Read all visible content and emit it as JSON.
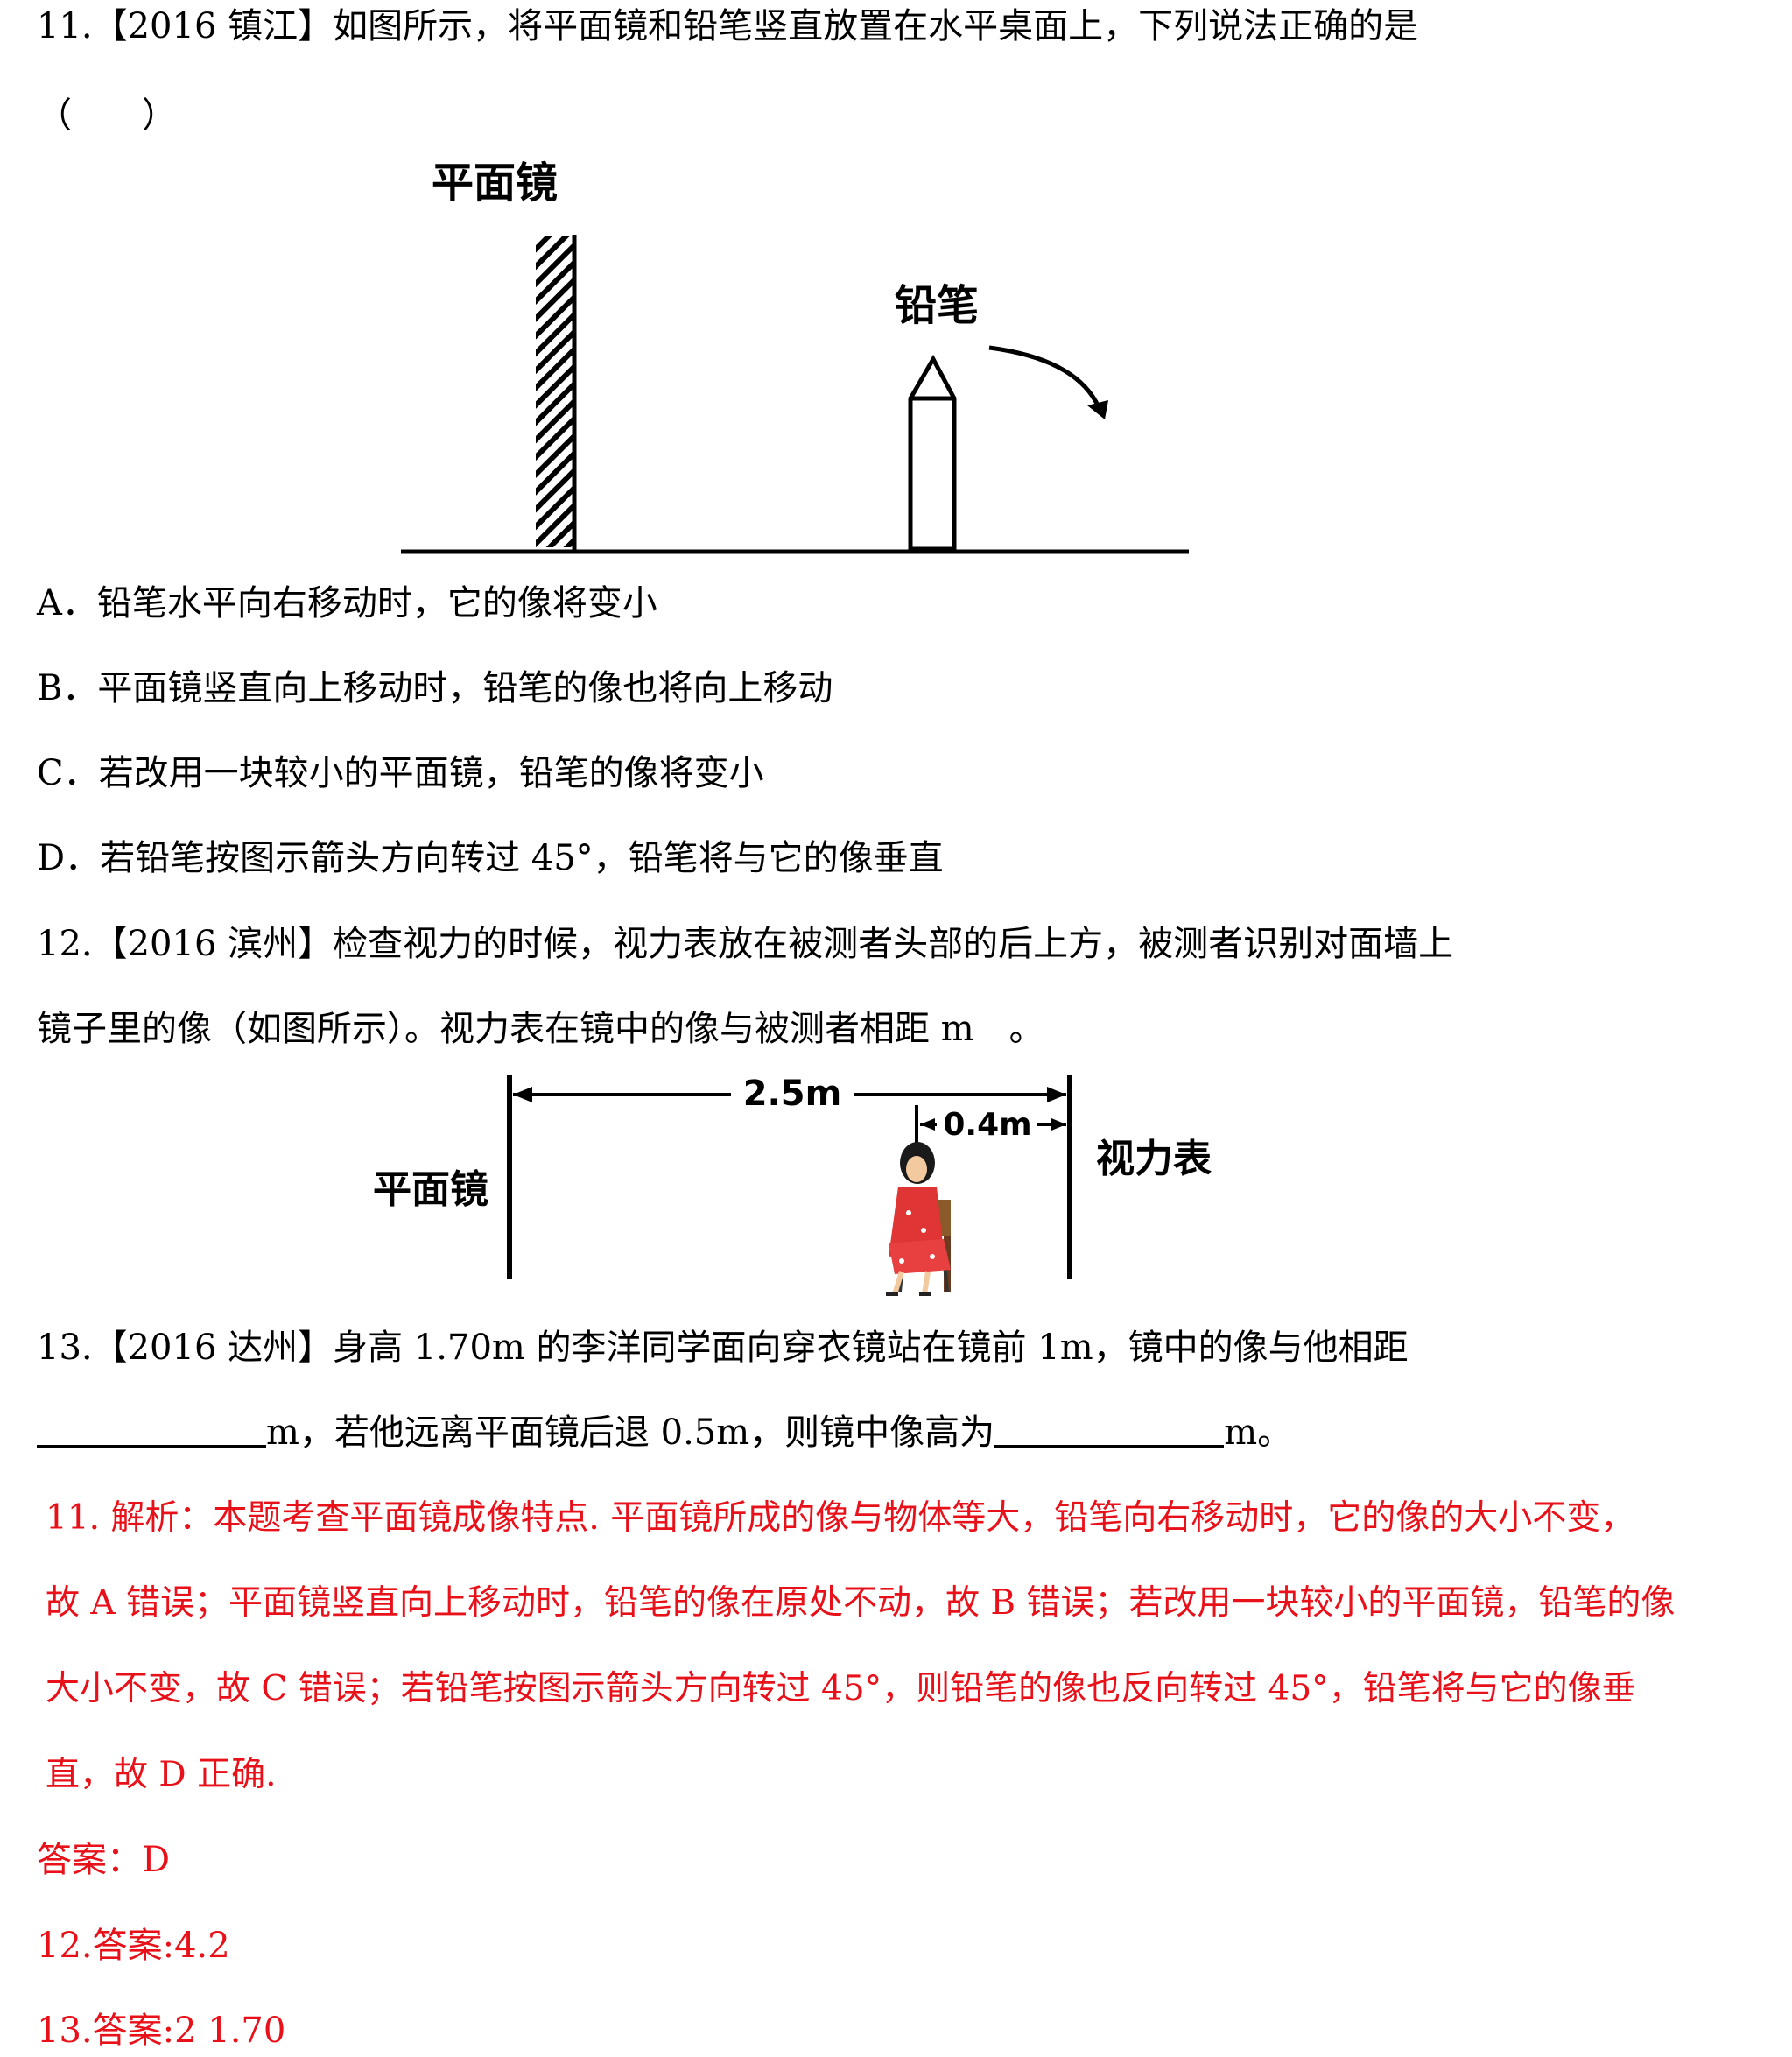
{
  "q11": {
    "stem": "11.【2016 镇江】如图所示，将平面镜和铅笔竖直放置在水平桌面上，下列说法正确的是",
    "paren": "（　　）",
    "figure": {
      "mirror_label": "平面镜",
      "pencil_label": "铅笔"
    },
    "options": [
      "A．铅笔水平向右移动时，它的像将变小",
      "B．平面镜竖直向上移动时，铅笔的像也将向上移动",
      "C．若改用一块较小的平面镜，铅笔的像将变小",
      "D．若铅笔按图示箭头方向转过 45°，铅笔将与它的像垂直"
    ]
  },
  "q12": {
    "stem_line1": "12.【2016 滨州】检查视力的时候，视力表放在被测者头部的后上方，被测者识别对面墙上",
    "stem_line2": "镜子里的像（如图所示）。视力表在镜中的像与被测者相距 m　。",
    "figure": {
      "mirror_label": "平面镜",
      "chart_label": "视力表",
      "dist_total": "2.5m",
      "dist_short": "0.4m"
    }
  },
  "q13": {
    "stem_line1": "13.【2016 达州】身高 1.70m 的李洋同学面向穿衣镜站在镜前 1m，镜中的像与他相距",
    "part1": "m，若他远离平面镜后退 0.5m，则镜中像高为",
    "part2": "m。"
  },
  "analysis": {
    "line1": "11. 解析：本题考查平面镜成像特点. 平面镜所成的像与物体等大，铅笔向右移动时，它的像的大小不变，",
    "line2": "故 A 错误；平面镜竖直向上移动时，铅笔的像在原处不动，故 B 错误；若改用一块较小的平面镜，铅笔的像",
    "line3": "大小不变，故 C 错误；若铅笔按图示箭头方向转过 45°，则铅笔的像也反向转过 45°，铅笔将与它的像垂",
    "line4": "直，故 D 正确.",
    "ans11": "答案：D",
    "ans12": "12.答案:4.2",
    "ans13": "13.答案:2 1.70"
  },
  "colors": {
    "answer_red": "#e8111a",
    "text": "#000000"
  }
}
